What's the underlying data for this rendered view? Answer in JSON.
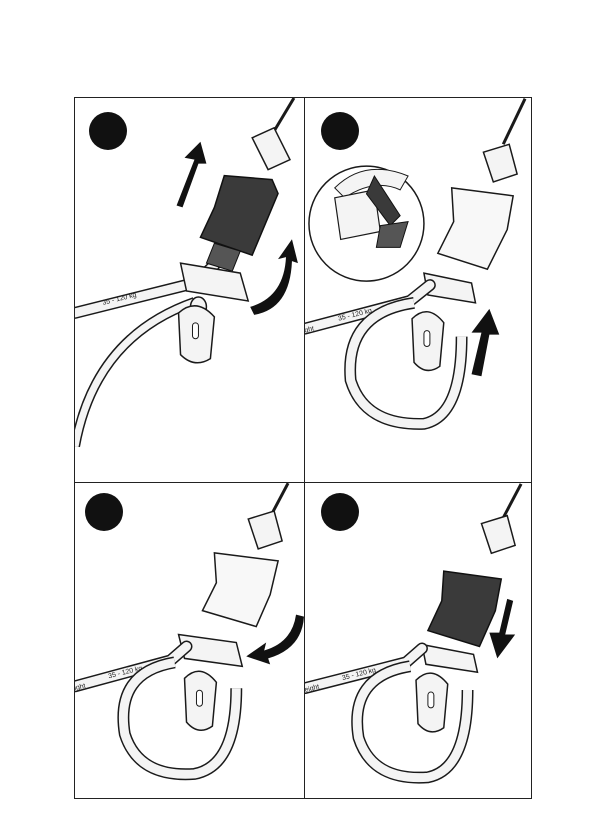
{
  "panels": [
    {
      "id": 1,
      "scale_label": "35 - 120 kg",
      "edge_text": "",
      "slider_dark": true
    },
    {
      "id": 2,
      "scale_label": "35 - 120 kg",
      "edge_text": "ght",
      "slider_dark": false
    },
    {
      "id": 3,
      "scale_label": "35 - 120 kg",
      "edge_text": "ight",
      "slider_dark": false
    },
    {
      "id": 4,
      "scale_label": "35 - 120 kg",
      "edge_text": "eight",
      "slider_dark": true
    }
  ],
  "colors": {
    "dark_slider": "#3a3a3a",
    "line": "#1a1a1a",
    "badge": "#111111",
    "light_fill": "#f4f4f4"
  }
}
